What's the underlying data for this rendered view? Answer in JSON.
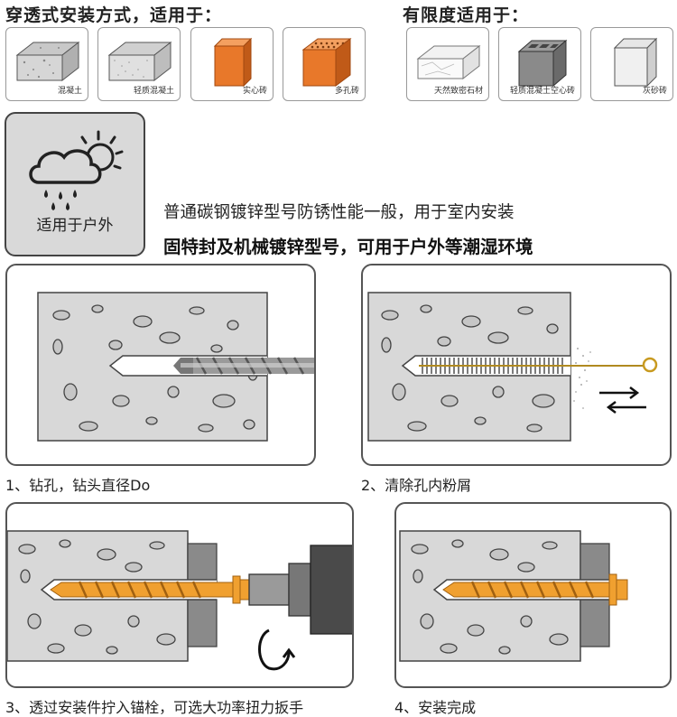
{
  "header_left": "穿透式安装方式，适用于：",
  "header_right": "有限度适用于：",
  "materials_full": [
    {
      "label": "混凝土",
      "icon": "concrete-block-icon"
    },
    {
      "label": "轻质混凝土",
      "icon": "lightweight-concrete-block-icon"
    },
    {
      "label": "实心砖",
      "icon": "solid-brick-icon"
    },
    {
      "label": "多孔砖",
      "icon": "perforated-brick-icon"
    }
  ],
  "materials_limited": [
    {
      "label": "天然致密石材",
      "icon": "natural-stone-icon"
    },
    {
      "label": "轻质混凝土空心砖",
      "icon": "hollow-block-icon"
    },
    {
      "label": "灰砂砖",
      "icon": "sand-lime-brick-icon"
    }
  ],
  "outdoor": {
    "label": "适用于户外",
    "icon": "weather-icon"
  },
  "notes": {
    "line1": "普通碳钢镀锌型号防锈性能一般，用于室内安装",
    "line2": "固特封及机械镀锌型号，可用于户外等潮湿环境"
  },
  "steps": [
    {
      "caption": "1、钻孔，钻头直径Do",
      "icon": "drill-bit-icon"
    },
    {
      "caption": "2、清除孔内粉屑",
      "icon": "cleaning-brush-icon"
    },
    {
      "caption": "3、透过安装件拧入锚栓，可选大功率扭力扳手",
      "icon": "impact-wrench-icon"
    },
    {
      "caption": "4、安装完成",
      "icon": "installed-anchor-icon"
    }
  ],
  "colors": {
    "accent": "#f0a030",
    "brick": "#e8782a",
    "concrete": "#d8d8d8",
    "panel_border": "#555555"
  }
}
